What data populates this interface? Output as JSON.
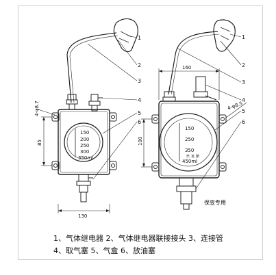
{
  "colors": {
    "line": "#222222",
    "paper": "#ffffff"
  },
  "left_view": {
    "dim_width": "130",
    "dim_height": "85",
    "hole_label": "4-φ8.7",
    "scale": [
      "150",
      "200",
      "250",
      "300",
      "350ml"
    ],
    "callouts": [
      "1",
      "2",
      "3",
      "4",
      "5",
      "6"
    ]
  },
  "right_view": {
    "dim_width": "160",
    "dim_height": "100",
    "hole_label": "4-φ8.5",
    "scale": [
      "150",
      "250",
      "350",
      "450ml"
    ],
    "brand_small": [
      "乐",
      "瓦",
      "斯"
    ],
    "callouts": [
      "1",
      "2",
      "3",
      "4",
      "5",
      "6"
    ],
    "note": "保变专用"
  },
  "legend": {
    "line1": "1、气体继电器    2、气体继电器联接接头    3、连接管",
    "line2": "4、取气塞    5、气盒    6、放油塞"
  }
}
